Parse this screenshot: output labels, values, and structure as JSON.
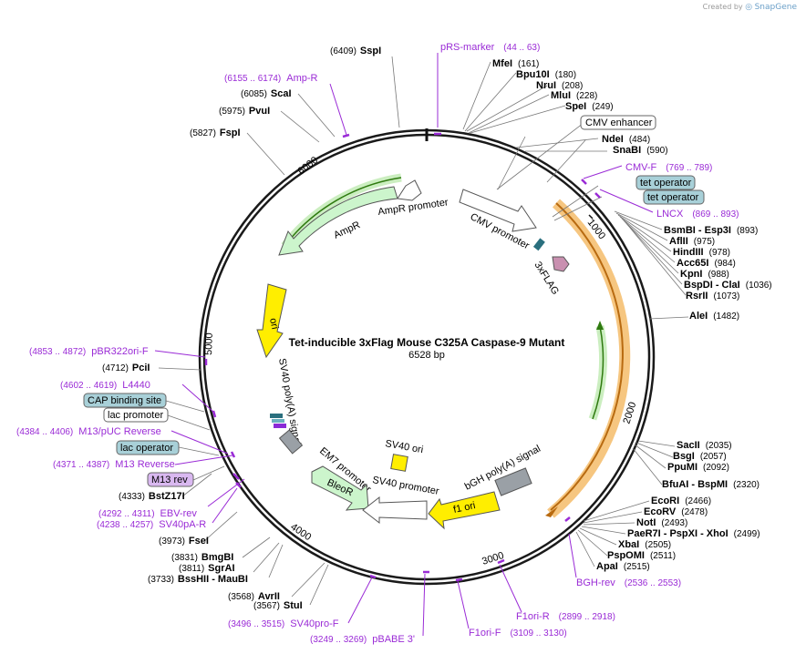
{
  "credit": {
    "prefix": "Created by",
    "brand": "SnapGene"
  },
  "plasmid": {
    "name": "Tet-inducible 3xFlag Mouse C325A Caspase-9 Mutant",
    "size": "6528 bp"
  },
  "ticks": [
    "1000",
    "2000",
    "3000",
    "4000",
    "5000",
    "6000"
  ],
  "features": [
    {
      "id": "ampr-promoter",
      "label": "AmpR promoter"
    },
    {
      "id": "ampr",
      "label": "AmpR"
    },
    {
      "id": "cmv-promoter",
      "label": "CMV promoter"
    },
    {
      "id": "flag",
      "label": "3xFLAG"
    },
    {
      "id": "ori",
      "label": "ori"
    },
    {
      "id": "sv40-polya",
      "label": "SV40 poly(A) signal"
    },
    {
      "id": "em7-promoter",
      "label": "EM7 promoter"
    },
    {
      "id": "bleor",
      "label": "BleoR"
    },
    {
      "id": "sv40-ori",
      "label": "SV40 ori"
    },
    {
      "id": "sv40-promoter",
      "label": "SV40 promoter"
    },
    {
      "id": "bgh-polya",
      "label": "bGH poly(A) signal"
    },
    {
      "id": "f1-ori",
      "label": "f1 ori"
    }
  ],
  "site_labels": [
    {
      "name": "SspI",
      "pos": "(6409)"
    },
    {
      "name": "ScaI",
      "pos": "(6085)"
    },
    {
      "name": "PvuI",
      "pos": "(5975)"
    },
    {
      "name": "FspI",
      "pos": "(5827)"
    },
    {
      "name": "PciI",
      "pos": "(4712)"
    },
    {
      "name": "BstZ17I",
      "pos": "(4333)"
    },
    {
      "name": "FseI",
      "pos": "(3973)"
    },
    {
      "name": "BmgBI",
      "pos": "(3831)"
    },
    {
      "name": "SgrAI",
      "pos": "(3811)"
    },
    {
      "name": "BssHII - MauBI",
      "pos": "(3733)"
    },
    {
      "name": "AvrII",
      "pos": "(3568)"
    },
    {
      "name": "StuI",
      "pos": "(3567)"
    },
    {
      "name": "MfeI",
      "pos": "(161)"
    },
    {
      "name": "Bpu10I",
      "pos": "(180)"
    },
    {
      "name": "NruI",
      "pos": "(208)"
    },
    {
      "name": "MluI",
      "pos": "(228)"
    },
    {
      "name": "SpeI",
      "pos": "(249)"
    },
    {
      "name": "NdeI",
      "pos": "(484)"
    },
    {
      "name": "SnaBI",
      "pos": "(590)"
    },
    {
      "name": "BsmBI - Esp3I",
      "pos": "(893)"
    },
    {
      "name": "AflII",
      "pos": "(975)"
    },
    {
      "name": "HindIII",
      "pos": "(978)"
    },
    {
      "name": "Acc65I",
      "pos": "(984)"
    },
    {
      "name": "KpnI",
      "pos": "(988)"
    },
    {
      "name": "BspDI - ClaI",
      "pos": "(1036)"
    },
    {
      "name": "RsrII",
      "pos": "(1073)"
    },
    {
      "name": "AleI",
      "pos": "(1482)"
    },
    {
      "name": "SacII",
      "pos": "(2035)"
    },
    {
      "name": "BsgI",
      "pos": "(2057)"
    },
    {
      "name": "PpuMI",
      "pos": "(2092)"
    },
    {
      "name": "BfuAI - BspMI",
      "pos": "(2320)"
    },
    {
      "name": "EcoRI",
      "pos": "(2466)"
    },
    {
      "name": "EcoRV",
      "pos": "(2478)"
    },
    {
      "name": "NotI",
      "pos": "(2493)"
    },
    {
      "name": "PaeR7I - PspXI - XhoI",
      "pos": "(2499)"
    },
    {
      "name": "XbaI",
      "pos": "(2505)"
    },
    {
      "name": "PspOMI",
      "pos": "(2511)"
    },
    {
      "name": "ApaI",
      "pos": "(2515)"
    }
  ],
  "primer_labels": [
    {
      "name": "pRS-marker",
      "range": "(44 .. 63)"
    },
    {
      "name": "Amp-R",
      "range": "(6155 .. 6174)"
    },
    {
      "name": "CMV-F",
      "range": "(769 .. 789)"
    },
    {
      "name": "LNCX",
      "range": "(869 .. 893)"
    },
    {
      "name": "pBR322ori-F",
      "range": "(4853 .. 4872)"
    },
    {
      "name": "L4440",
      "range": "(4602 .. 4619)"
    },
    {
      "name": "M13/pUC Reverse",
      "range": "(4384 .. 4406)"
    },
    {
      "name": "M13 Reverse",
      "range": "(4371 .. 4387)"
    },
    {
      "name": "EBV-rev",
      "range": "(4292 .. 4311)"
    },
    {
      "name": "SV40pA-R",
      "range": "(4238 .. 4257)"
    },
    {
      "name": "SV40pro-F",
      "range": "(3496 .. 3515)"
    },
    {
      "name": "pBABE 3'",
      "range": "(3249 .. 3269)"
    },
    {
      "name": "F1ori-F",
      "range": "(3109 .. 3130)"
    },
    {
      "name": "F1ori-R",
      "range": "(2899 .. 2918)"
    },
    {
      "name": "BGH-rev",
      "range": "(2536 .. 2553)"
    }
  ],
  "boxed_labels": [
    {
      "label": "CMV enhancer"
    },
    {
      "label": "tet operator"
    },
    {
      "label": "tet operator"
    },
    {
      "label": "CAP binding site"
    },
    {
      "label": "lac promoter"
    },
    {
      "label": "lac operator"
    },
    {
      "label": "M13 rev"
    }
  ],
  "colors": {
    "primer": "#9a2bd6",
    "ring": "#1a1a1a",
    "tet_operator": "#a8d0d8",
    "lac_operator": "#a8d0d8",
    "m13_rev": "#d9b8f0",
    "ori": "#ffee00",
    "resistance": "#ccf5cc",
    "promoter": "#ffffff",
    "polya": "#9aa0a6",
    "orf_highlight": "#f4a640",
    "orf_green": "#7ccf3a"
  }
}
